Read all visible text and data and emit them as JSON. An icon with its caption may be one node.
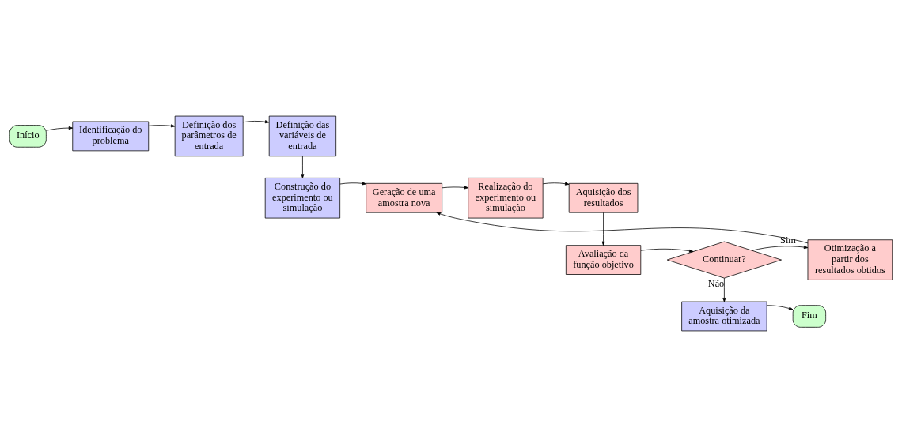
{
  "diagram": {
    "nodes": [
      {
        "text": [
          "Início"
        ]
      },
      {
        "text": [
          "Identificação do problema"
        ]
      },
      {
        "text": [
          "Definição dos parâmetros de entrada"
        ]
      },
      {
        "text": [
          "Definição das variáveis de entrada"
        ]
      },
      {
        "text": [
          "Construção do experimento ou simulação"
        ]
      },
      {
        "text": [
          "Geração de uma amostra nova"
        ]
      },
      {
        "text": [
          "Realização do experimento ou simulação"
        ]
      },
      {
        "text": [
          "Aquisição dos resultados"
        ]
      },
      {
        "text": [
          "Avaliação da função objetivo"
        ]
      },
      {
        "text": [
          "Continuar?"
        ]
      },
      {
        "text": [
          "Otimização a partir dos resultados obtidos"
        ]
      },
      {
        "text": [
          "Aquisição da amostra otimizada"
        ]
      },
      {
        "text": [
          "Fim"
        ]
      }
    ],
    "edges": [
      {
        "from": 0,
        "to": 1,
        "arrow": "to"
      },
      {
        "from": 1,
        "to": 2,
        "arrow": "to"
      },
      {
        "from": 2,
        "to": 3,
        "arrow": "to"
      },
      {
        "from": 3,
        "to": 4,
        "arrow": "to"
      },
      {
        "from": 4,
        "to": 5,
        "arrow": "to"
      },
      {
        "from": 5,
        "to": 6,
        "arrow": "to"
      },
      {
        "from": 6,
        "to": 7,
        "arrow": "to"
      },
      {
        "from": 7,
        "to": 8,
        "arrow": "to"
      },
      {
        "from": 8,
        "to": 9,
        "arrow": "to"
      },
      {
        "from": 9,
        "to": 10,
        "arrow": "to",
        "label": "Sim"
      },
      {
        "from": 10,
        "to": 5,
        "arrow": "to"
      },
      {
        "from": 9,
        "to": 11,
        "arrow": "to",
        "label": "Não"
      },
      {
        "from": 11,
        "to": 12,
        "arrow": "to"
      }
    ]
  }
}
